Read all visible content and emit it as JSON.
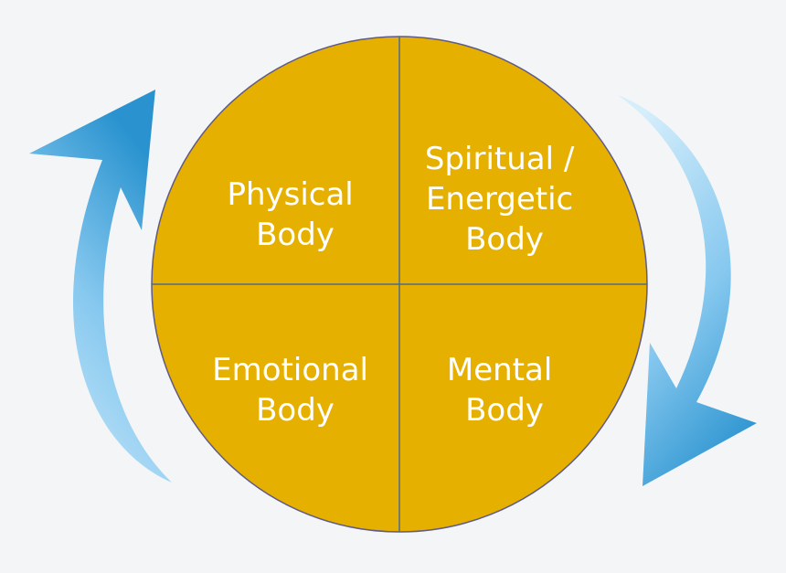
{
  "diagram": {
    "quadrants": {
      "top_left": [
        "Physical",
        "Body"
      ],
      "top_right": [
        "Spiritual /",
        "Energetic",
        "Body"
      ],
      "bottom_left": [
        "Emotional",
        "Body"
      ],
      "bottom_right": [
        "Mental",
        "Body"
      ]
    },
    "arrows": {
      "left": "up",
      "right": "down"
    }
  },
  "colors": {
    "background": "#f4f5f7",
    "circle_fill": "#e6b000",
    "circle_stroke": "#5f5a86",
    "divider": "#4f6b8c",
    "arrow_light": "#d5eefb",
    "arrow_dark": "#2a93cf",
    "label": "#ffffff"
  }
}
